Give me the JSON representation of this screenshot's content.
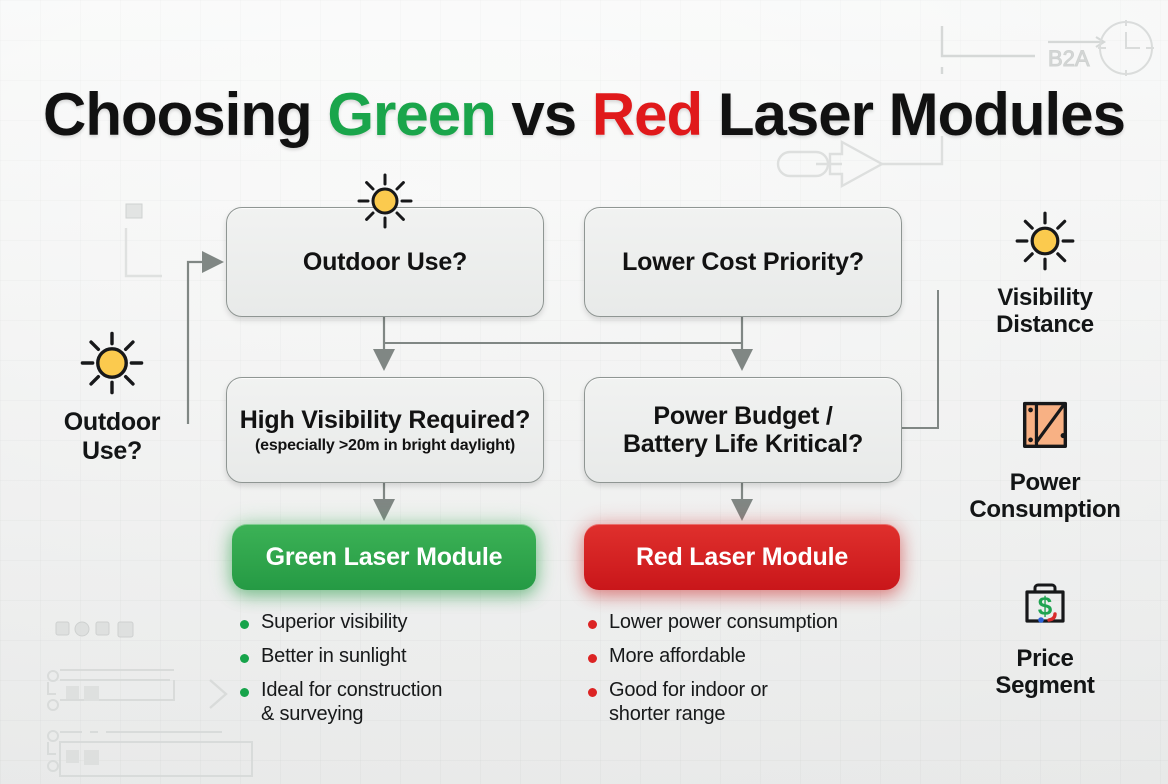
{
  "title": {
    "part1": "Choosing ",
    "green": "Green",
    "part2": " vs ",
    "red": "Red",
    "part3": " Laser Modules"
  },
  "colors": {
    "green": "#2a9d4b",
    "red": "#d0191c",
    "sun_yellow": "#fbca4e",
    "power_orange": "#f8b184",
    "background": "#eceeed",
    "box_border": "#8f9693"
  },
  "flow": {
    "nodes": [
      {
        "id": "outdoor-use",
        "title": "Outdoor Use?",
        "subtitle": "",
        "icon": "sun-icon"
      },
      {
        "id": "lower-cost-priority",
        "title": "Lower Cost Priority?",
        "subtitle": "",
        "icon": ""
      },
      {
        "id": "high-visibility-required",
        "title": "High Visibility Required?",
        "subtitle": "(especially >20m in bright daylight)",
        "icon": ""
      },
      {
        "id": "power-budget",
        "title_line1": "Power Budget /",
        "title_line2": "Battery Life Kritical?",
        "subtitle": "",
        "icon": ""
      }
    ],
    "results": [
      {
        "id": "green-laser-module",
        "label": "Green Laser Module",
        "color": "#2a9d4b"
      },
      {
        "id": "red-laser-module",
        "label": "Red Laser Module",
        "color": "#d0191c"
      }
    ]
  },
  "benefits": {
    "green": {
      "bullet_color": "#16a34a",
      "items": [
        "Superior visibility",
        "Better in sunlight",
        "Ideal for construction\n& surveying"
      ]
    },
    "red": {
      "bullet_color": "#dc2424",
      "items": [
        "Lower power consumption",
        "More affordable",
        "Good for indoor or\nshorter range"
      ]
    }
  },
  "features": {
    "left": {
      "icon": "sun-icon",
      "label_line1": "Outdoor",
      "label_line2": "Use?"
    },
    "right": [
      {
        "icon": "sun-icon",
        "label_line1": "Visibility",
        "label_line2": "Distance"
      },
      {
        "icon": "power-chart-icon",
        "label_line1": "Power",
        "label_line2": "Consumption"
      },
      {
        "icon": "price-bag-icon",
        "label_line1": "Price",
        "label_line2": "Segment"
      }
    ]
  },
  "watermarks": {
    "top_right_label": "B2A",
    "top_right_icons": [
      "arrow-right-icon",
      "clock-icon"
    ],
    "title_area_icon": "plug-arrow-icon",
    "bottom_left_icons": [
      "dots-row",
      "card-outline",
      "chevron-right-icon",
      "card-outline"
    ]
  }
}
